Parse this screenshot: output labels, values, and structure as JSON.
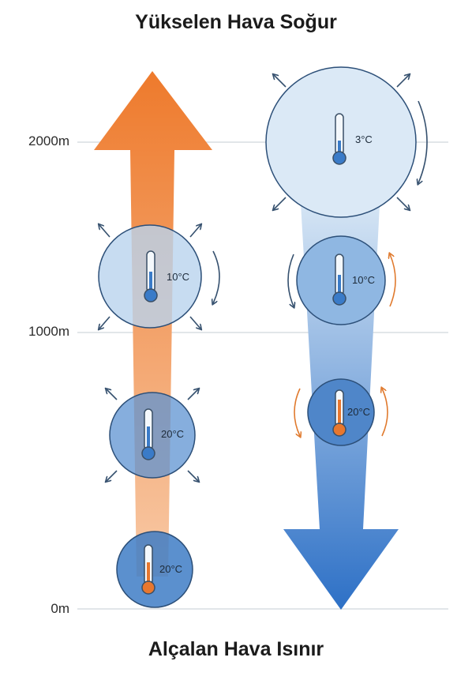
{
  "titles": {
    "top": "Yükselen Hava Soğur",
    "bottom": "Alçalan Hava Isınır"
  },
  "altitudes": [
    "2000m",
    "1000m",
    "0m"
  ],
  "rising_column": {
    "arrow_direction": "up",
    "arrow_color_top": "#ee7a2c",
    "arrow_color_bottom": "#f6c4a0",
    "parcels": [
      {
        "temp": "20°C",
        "thermometer_color": "#e8772e"
      },
      {
        "temp": "20°C",
        "thermometer_color": "#3a7bc8"
      },
      {
        "temp": "10°C",
        "thermometer_color": "#3a7bc8"
      }
    ]
  },
  "sinking_column": {
    "arrow_direction": "down",
    "arrow_color_top": "#d8e8f6",
    "arrow_color_bottom": "#2f73c8",
    "parcels": [
      {
        "temp": "3°C",
        "thermometer_color": "#3a7bc8"
      },
      {
        "temp": "10°C",
        "thermometer_color": "#3a7bc8"
      },
      {
        "temp": "20°C",
        "thermometer_color": "#e8772e"
      }
    ]
  },
  "icons": [
    "thermometer-icon",
    "expansion-arrow-icon",
    "compression-arrow-icon"
  ]
}
